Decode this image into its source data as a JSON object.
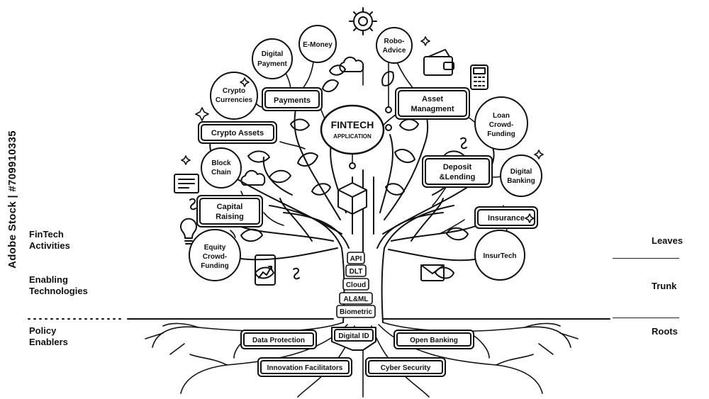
{
  "watermark": "Adobe Stock | #709910335",
  "left_labels": [
    {
      "line1": "FinTech",
      "line2": "Activities"
    },
    {
      "line1": "Enabling",
      "line2": "Technologies"
    },
    {
      "line1": "Policy",
      "line2": "Enablers"
    }
  ],
  "right_labels": {
    "leaves": "Leaves",
    "trunk": "Trunk",
    "roots": "Roots"
  },
  "center": {
    "title": "FINTECH",
    "subtitle": "APPLICATION"
  },
  "circle_nodes": {
    "digital_payment": [
      "Digital",
      "Payment"
    ],
    "e_money": [
      "E-Money"
    ],
    "robo_advice": [
      "Robo-",
      "Advice"
    ],
    "crypto_currencies": [
      "Crypto",
      "Currencies"
    ],
    "loan_crowdfunding": [
      "Loan",
      "Crowd-",
      "Funding"
    ],
    "block_chain": [
      "Block",
      "Chain"
    ],
    "digital_banking": [
      "Digital",
      "Banking"
    ],
    "equity_crowdfunding": [
      "Equity",
      "Crowd-",
      "Funding"
    ],
    "insurtech": [
      "InsurTech"
    ]
  },
  "box_nodes": {
    "payments": [
      "Payments"
    ],
    "asset_management": [
      "Asset",
      "Managment"
    ],
    "crypto_assets": [
      "Crypto Assets"
    ],
    "deposit_lending": [
      "Deposit",
      "&Lending"
    ],
    "capital_raising": [
      "Capital",
      "Raising"
    ],
    "insurance": [
      "Insurance"
    ]
  },
  "trunk_labels": [
    "API",
    "DLT",
    "Cloud",
    "AL&ML",
    "Biometric"
  ],
  "root_labels": {
    "data_protection": "Data Protection",
    "digital_id": "Digital ID",
    "open_banking": "Open Banking",
    "innovation_facilitators": "Innovation Facilitators",
    "cyber_security": "Cyber Security"
  },
  "icon_names": [
    "gear-icon",
    "cloud-icon",
    "wallet-icon",
    "calculator-icon",
    "document-icon",
    "lightbulb-icon",
    "tablet-chart-icon",
    "envelope-icon",
    "box-icon",
    "sparkle-icon",
    "coin-icon"
  ]
}
